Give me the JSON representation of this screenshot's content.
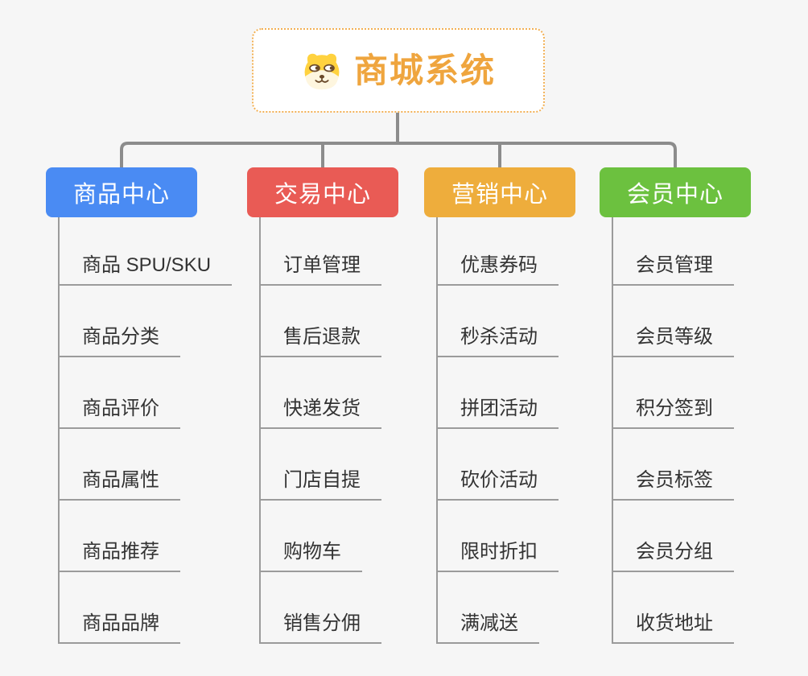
{
  "canvas": {
    "background": "#f6f6f6",
    "connector_color": "#8c8c8c",
    "leaf_line_color": "#9b9b9b"
  },
  "root": {
    "title": "商城系统",
    "icon": "shiba-dog-icon",
    "title_color": "#efa53e",
    "border_color": "#f2b054"
  },
  "branches": [
    {
      "id": "product-center",
      "label": "商品中心",
      "color": "#4a8bf3",
      "items": [
        "商品 SPU/SKU",
        "商品分类",
        "商品评价",
        "商品属性",
        "商品推荐",
        "商品品牌"
      ]
    },
    {
      "id": "trade-center",
      "label": "交易中心",
      "color": "#e95b55",
      "items": [
        "订单管理",
        "售后退款",
        "快递发货",
        "门店自提",
        "购物车",
        "销售分佣"
      ]
    },
    {
      "id": "marketing-center",
      "label": "营销中心",
      "color": "#eead3c",
      "items": [
        "优惠券码",
        "秒杀活动",
        "拼团活动",
        "砍价活动",
        "限时折扣",
        "满减送"
      ]
    },
    {
      "id": "member-center",
      "label": "会员中心",
      "color": "#6cc13f",
      "items": [
        "会员管理",
        "会员等级",
        "积分签到",
        "会员标签",
        "会员分组",
        "收货地址"
      ]
    }
  ]
}
